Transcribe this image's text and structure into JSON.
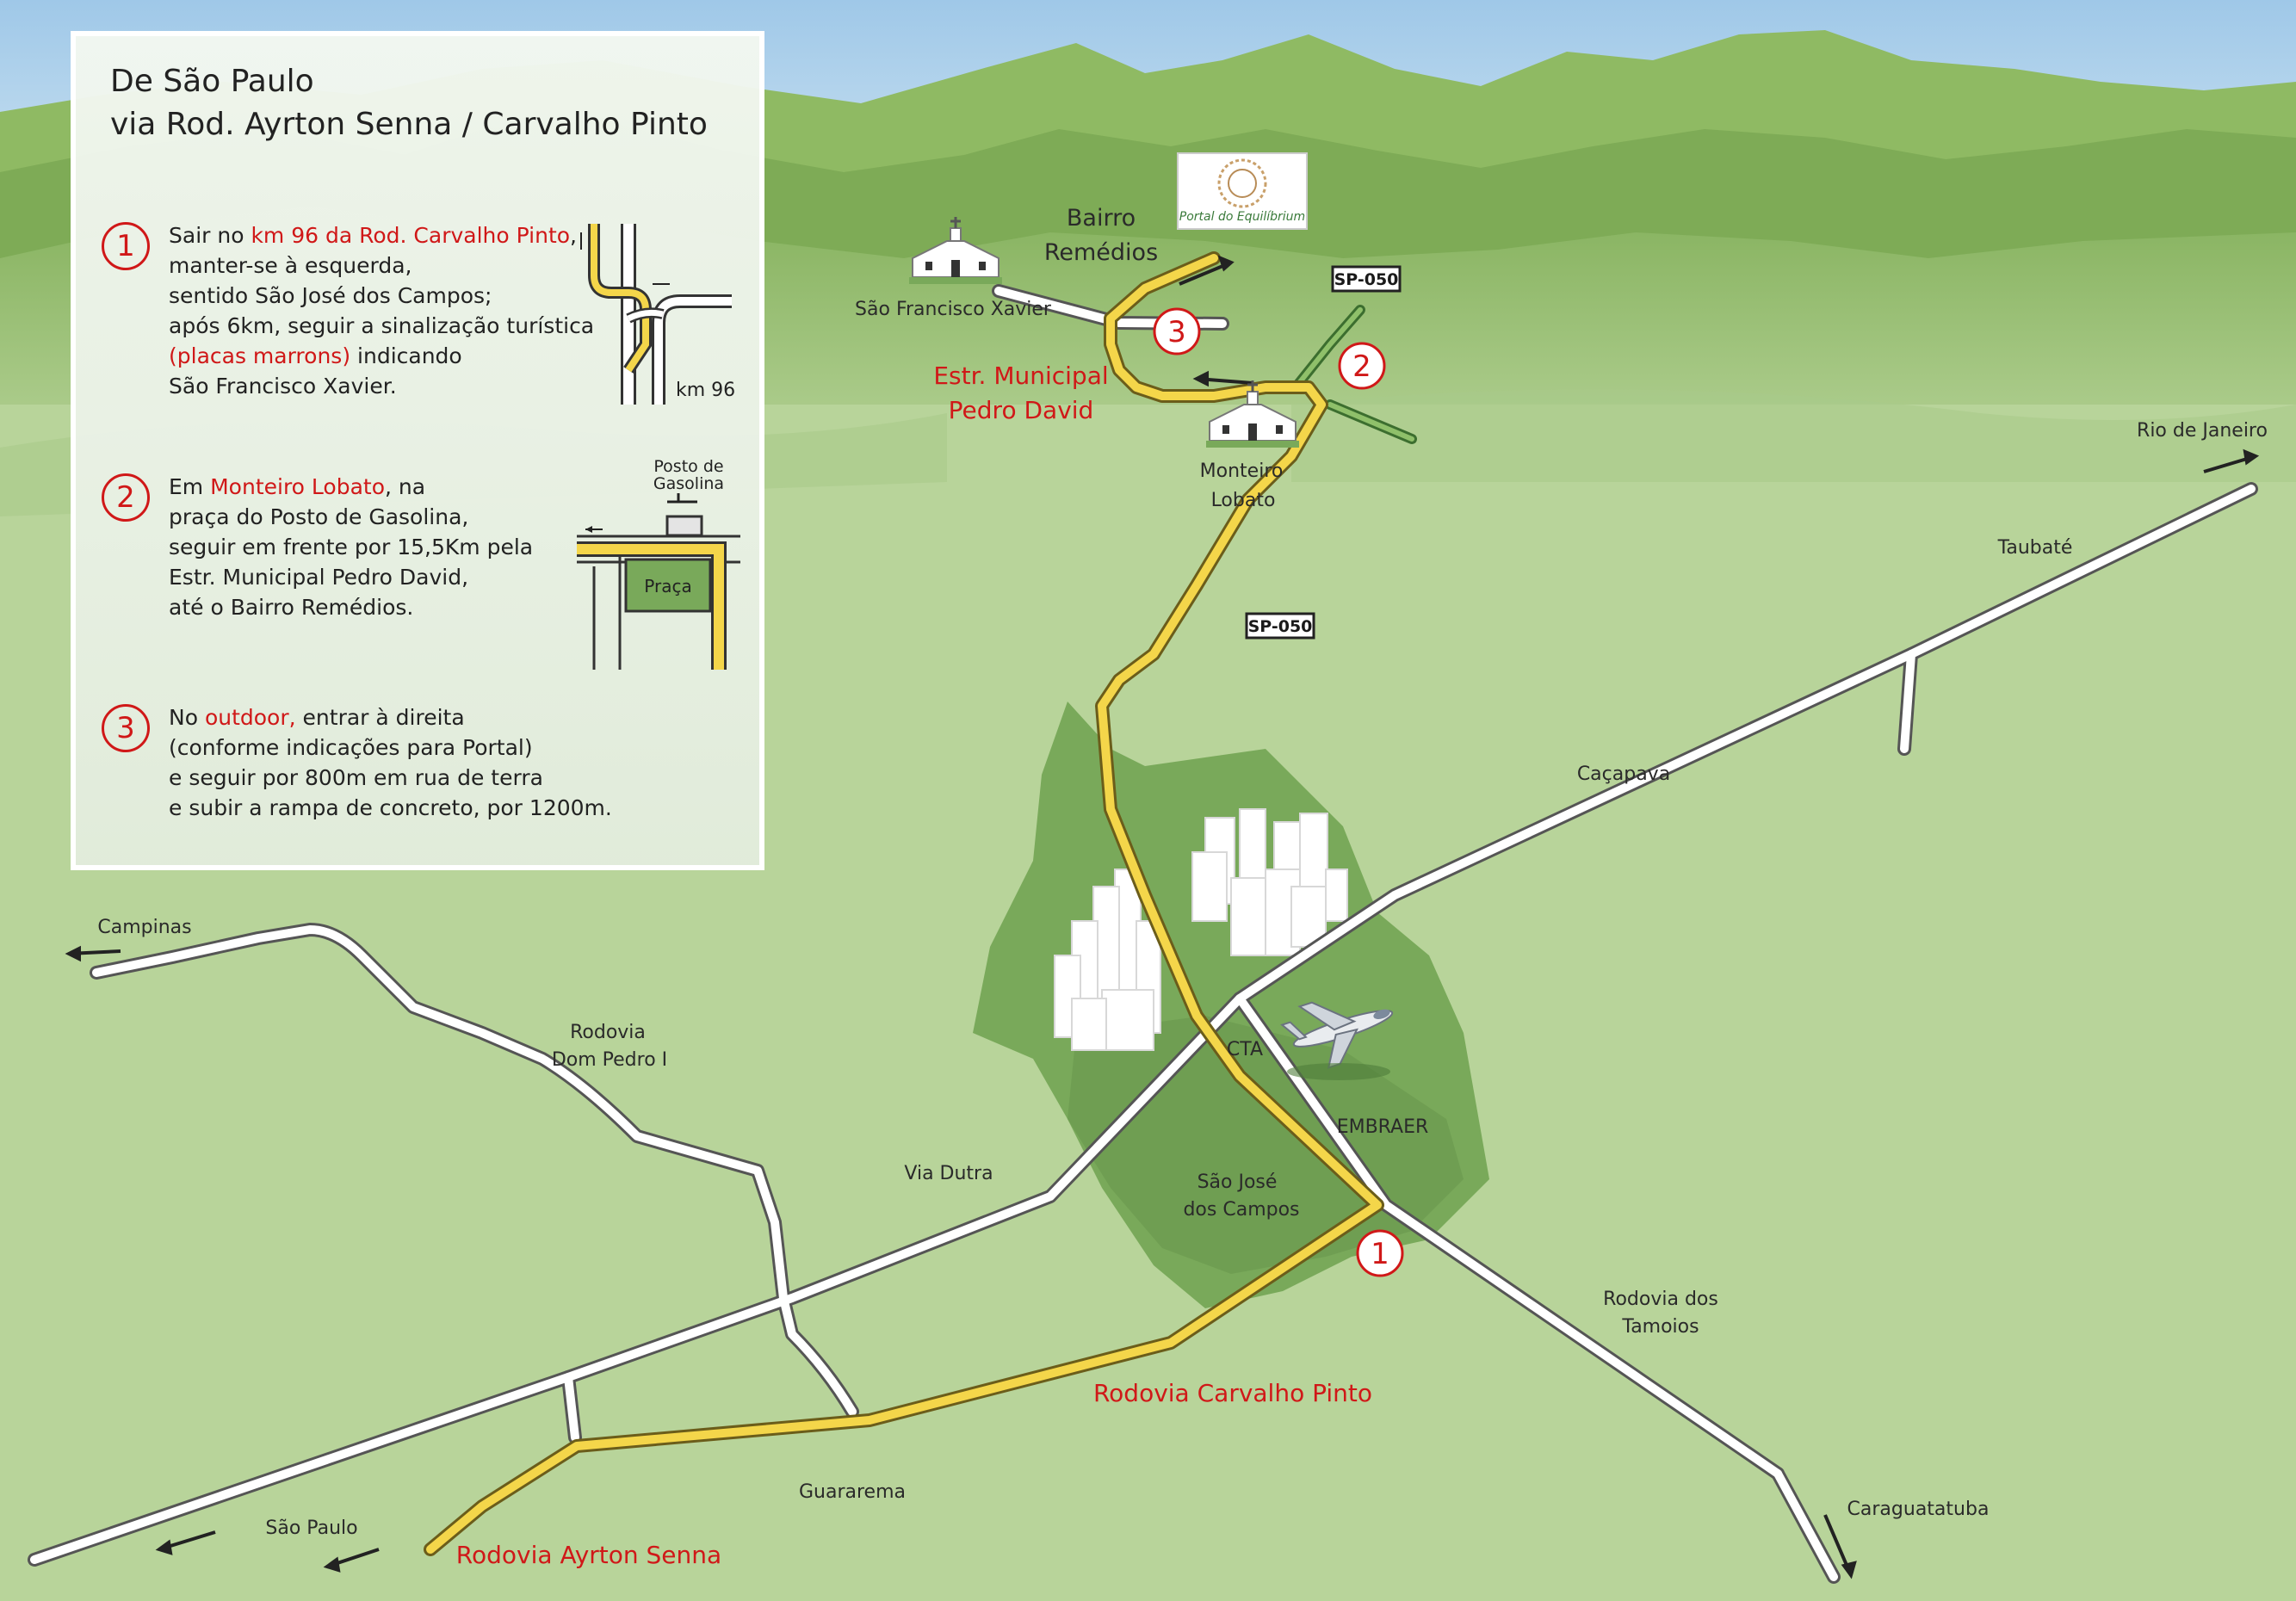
{
  "panel": {
    "title_line1": "De São Paulo",
    "title_line2": "via Rod. Ayrton Senna / Carvalho Pinto",
    "steps": [
      {
        "number": "1",
        "lines": [
          {
            "pre": "Sair no ",
            "hl": "km 96 da Rod. Carvalho Pinto",
            "post": ","
          },
          {
            "pre": "manter-se à esquerda,",
            "hl": "",
            "post": ""
          },
          {
            "pre": "sentido São José dos Campos;",
            "hl": "",
            "post": ""
          },
          {
            "pre": "após 6km, seguir a sinalização turística",
            "hl": "",
            "post": ""
          },
          {
            "pre": "",
            "hl": "(placas marrons)",
            "post": " indicando"
          },
          {
            "pre": "São Francisco Xavier.",
            "hl": "",
            "post": ""
          }
        ],
        "inset_label": "km 96"
      },
      {
        "number": "2",
        "lines": [
          {
            "pre": "Em  ",
            "hl": "Monteiro Lobato",
            "post": ", na"
          },
          {
            "pre": "praça do Posto de Gasolina,",
            "hl": "",
            "post": ""
          },
          {
            "pre": "seguir em frente por 15,5Km pela",
            "hl": "",
            "post": ""
          },
          {
            "pre": "Estr. Municipal Pedro David,",
            "hl": "",
            "post": ""
          },
          {
            "pre": "até o Bairro Remédios.",
            "hl": "",
            "post": ""
          }
        ],
        "inset_label_top1": "Posto de",
        "inset_label_top2": "Gasolina",
        "inset_label_square": "Praça"
      },
      {
        "number": "3",
        "lines": [
          {
            "pre": "No  ",
            "hl": "outdoor,",
            "post": " entrar à direita"
          },
          {
            "pre": "(conforme indicações para Portal)",
            "hl": "",
            "post": ""
          },
          {
            "pre": "e seguir por 800m em rua de terra",
            "hl": "",
            "post": ""
          },
          {
            "pre": "e subir a rampa de concreto, por 1200m.",
            "hl": "",
            "post": ""
          }
        ]
      }
    ]
  },
  "map": {
    "places": {
      "bairro_line1": "Bairro",
      "bairro_line2": "Remédios",
      "sao_francisco": "São Francisco Xavier",
      "estr_line1": "Estr. Municipal",
      "estr_line2": "Pedro David",
      "monteiro_line1": "Monteiro",
      "monteiro_line2": "Lobato",
      "rio": "Rio de Janeiro",
      "taubate": "Taubaté",
      "cacapava": "Caçapava",
      "campinas": "Campinas",
      "dom_pedro_line1": "Rodovia",
      "dom_pedro_line2": "Dom Pedro I",
      "cta": "CTA",
      "embraer": "EMBRAER",
      "via_dutra": "Via Dutra",
      "sjc_line1": "São José",
      "sjc_line2": "dos Campos",
      "tamoios_line1": "Rodovia dos",
      "tamoios_line2": "Tamoios",
      "carvalho_pinto": "Rodovia Carvalho Pinto",
      "ayrton_senna": "Rodovia Ayrton Senna",
      "guararema": "Guararema",
      "sao_paulo": "São Paulo",
      "caraguatatuba": "Caraguatatuba"
    },
    "shields": [
      "SP-050",
      "SP-050"
    ],
    "markers": [
      "1",
      "2",
      "3"
    ],
    "logo": {
      "brand": "Portal do Equilibrium",
      "tag": "Portal do Equilíbrium"
    },
    "icons": [
      "church-icon",
      "church-icon",
      "airplane-icon",
      "buildings-icon",
      "direction-arrow-icon"
    ]
  },
  "colors": {
    "sky": "#a9cde8",
    "mountain_dark": "#7faa57",
    "mountain_light": "#a3c47c",
    "plain": "#b8d49a",
    "city_zone": "#79a95a",
    "city_zone_dark": "#6f9e52",
    "road_yellow": "#f4d64a",
    "road_casing": "#555555",
    "highlight_red": "#d01818"
  }
}
